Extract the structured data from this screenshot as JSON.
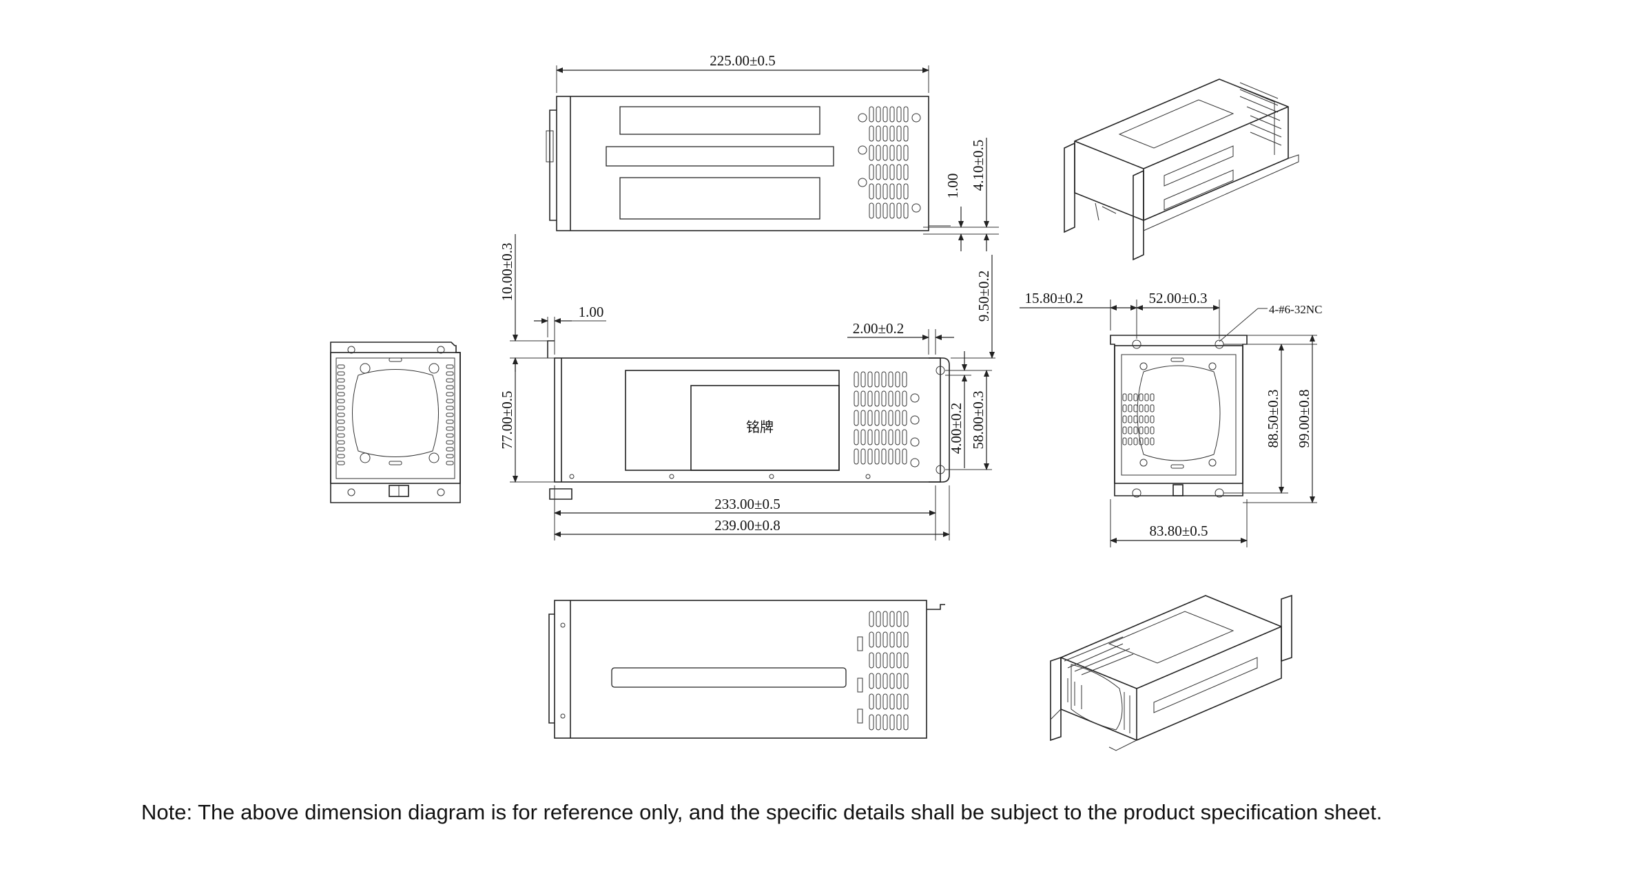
{
  "dimensions": {
    "top_length": "225.00±0.5",
    "top_gap_a": "1.00",
    "top_gap_b": "4.10±0.5",
    "front_offset_top": "10.00±0.3",
    "front_flange": "1.00",
    "front_height": "77.00±0.5",
    "rear_flange_thk": "2.00±0.2",
    "rear_flange_top": "9.50±0.2",
    "rear_hole": "4.00±0.2",
    "rear_hole_spacing": "58.00±0.3",
    "body_length": "233.00±0.5",
    "overall_length": "239.00±0.8",
    "end_hole_offset": "15.80±0.2",
    "end_hole_spacing": "52.00±0.3",
    "thread_callout": "4-#6-32NC",
    "end_hole_height": "88.50±0.3",
    "end_overall_height": "99.00±0.8",
    "end_width": "83.80±0.5"
  },
  "labels": {
    "nameplate": "铭牌"
  },
  "note": "Note: The above dimension diagram is for reference only, and the specific details shall be subject to the product specification sheet."
}
